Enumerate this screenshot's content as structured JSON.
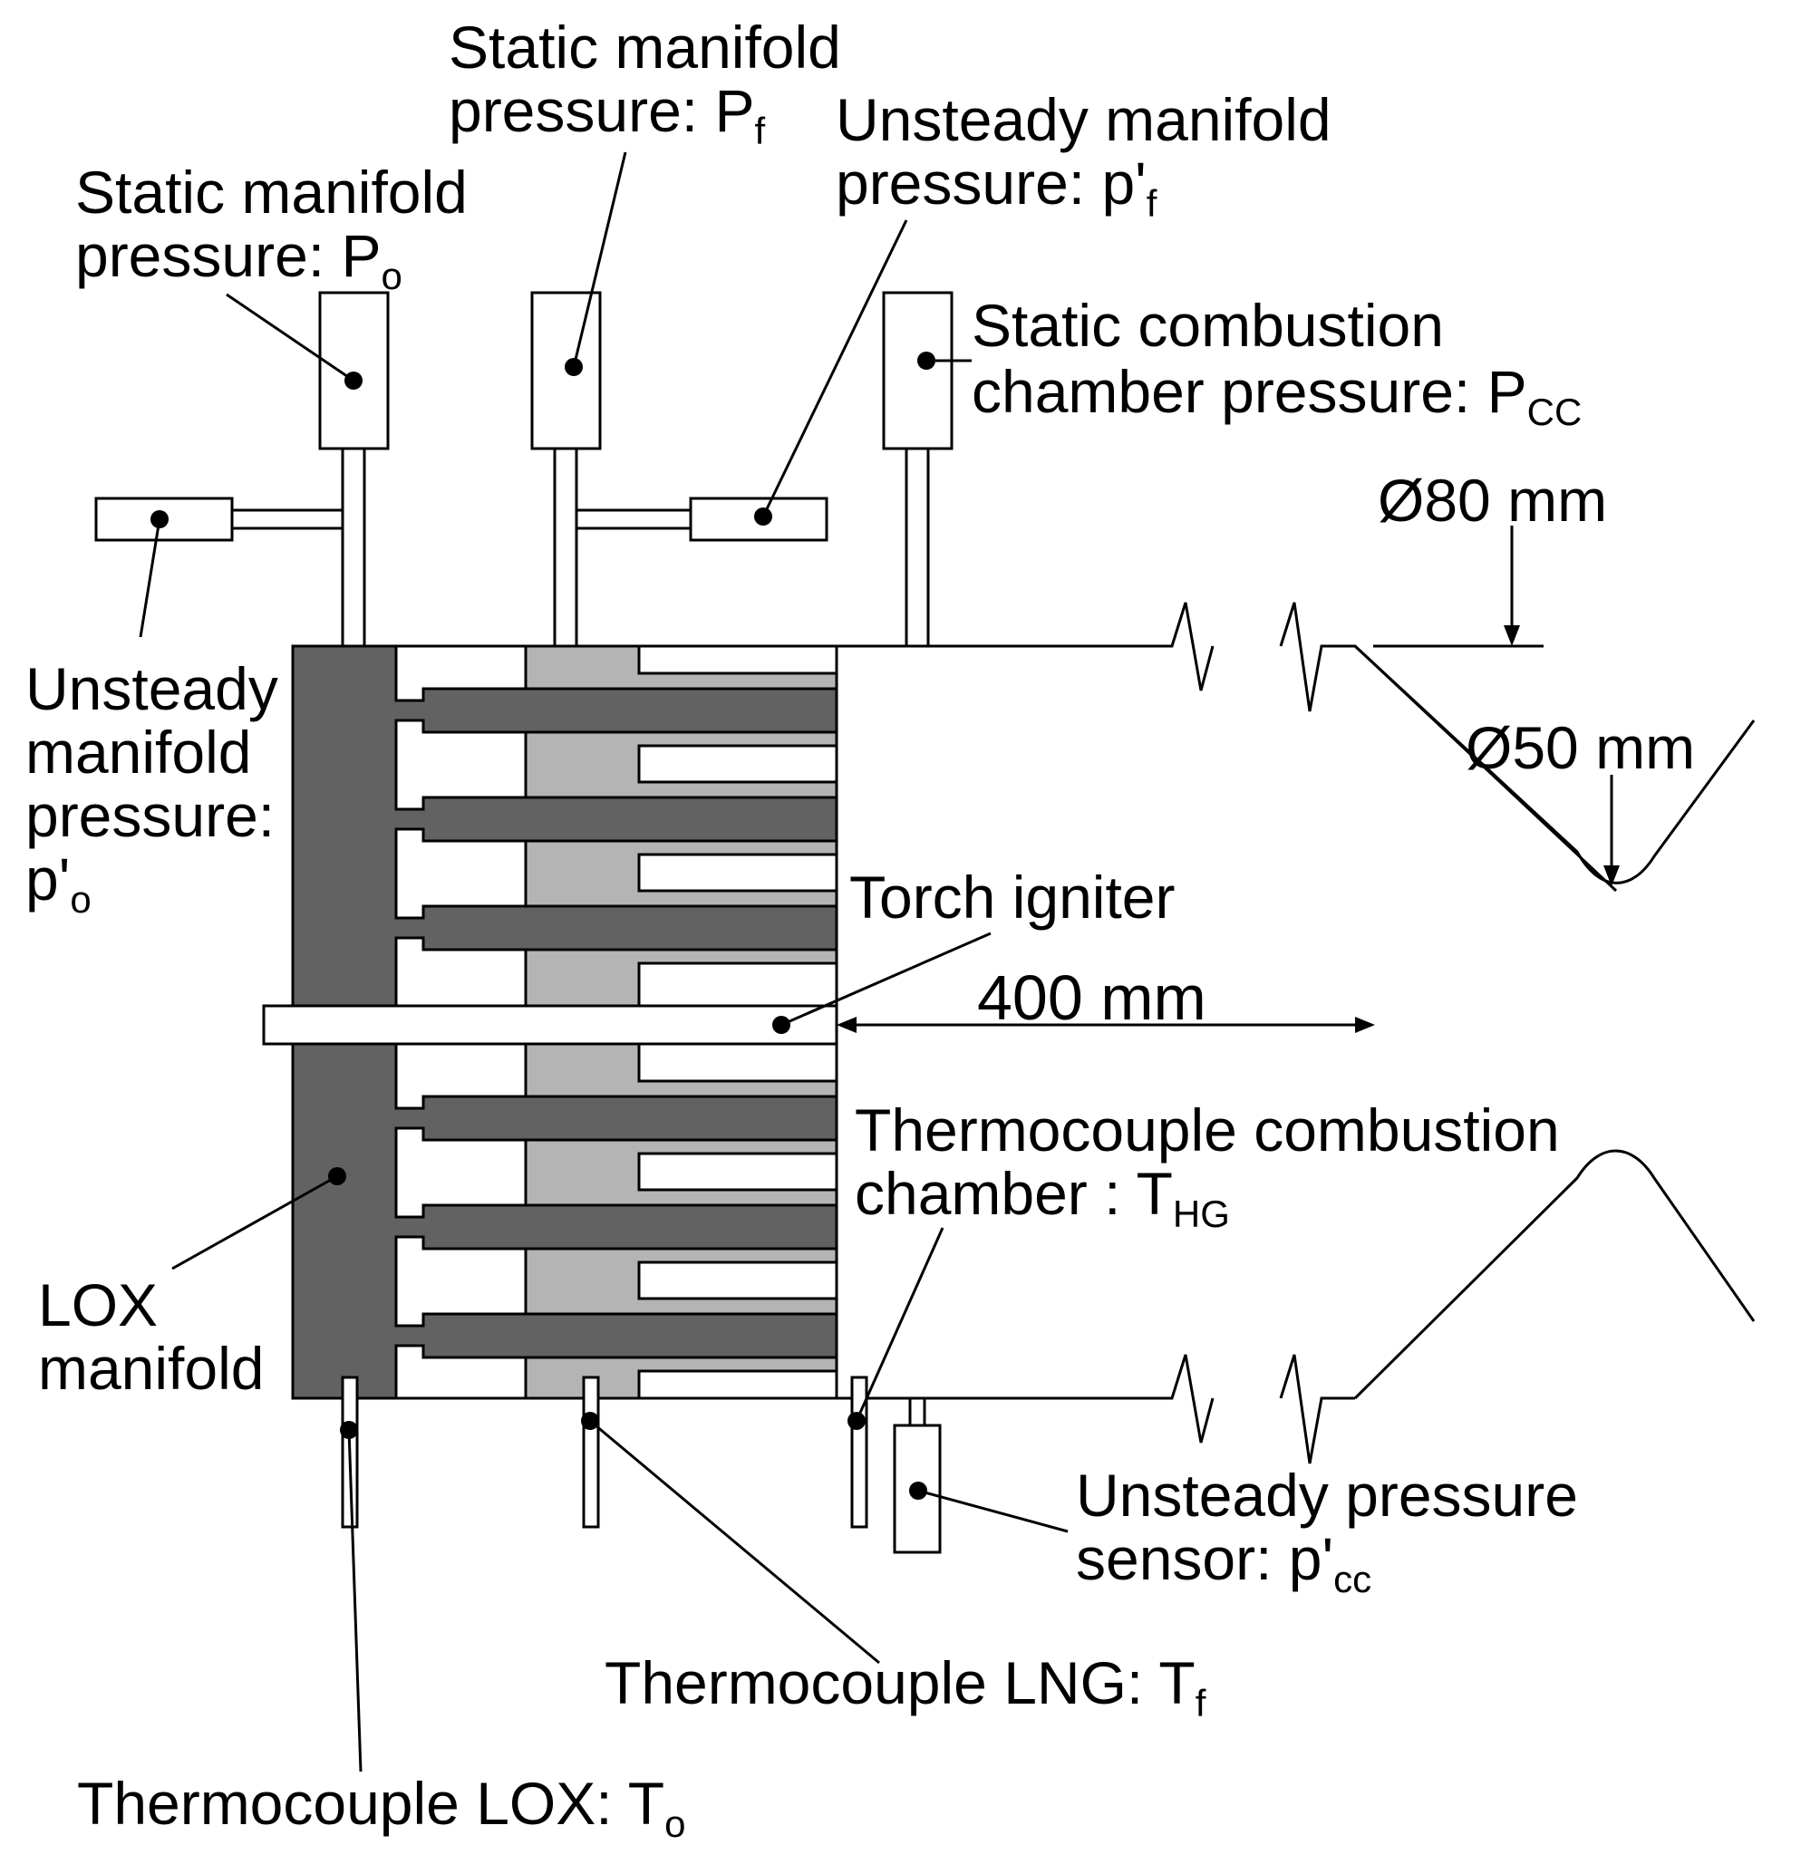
{
  "labels": {
    "static_po_line1": "Static manifold",
    "static_po_line2": "pressure: P",
    "static_po_sub": "o",
    "static_pf_line1": "Static manifold",
    "static_pf_line2": "pressure: P",
    "static_pf_sub": "f",
    "unsteady_pf_line1": "Unsteady manifold",
    "unsteady_pf_line2": "pressure: p'",
    "unsteady_pf_sub": "f",
    "static_pcc_line1": "Static combustion",
    "static_pcc_line2": "chamber pressure: P",
    "static_pcc_sub": "CC",
    "diameter_80": "Ø80 mm",
    "diameter_50": "Ø50 mm",
    "unsteady_po_line1": "Unsteady",
    "unsteady_po_line2": "manifold",
    "unsteady_po_line3": "pressure:",
    "unsteady_po_line4": "p'",
    "unsteady_po_sub": "o",
    "torch_igniter": "Torch igniter",
    "length_400": "400 mm",
    "thermo_hg_line1": "Thermocouple combustion",
    "thermo_hg_line2": "chamber : T",
    "thermo_hg_sub": "HG",
    "lox_manifold_line1": "LOX",
    "lox_manifold_line2": "manifold",
    "unsteady_pcc_line1": "Unsteady pressure",
    "unsteady_pcc_line2": "sensor: p'",
    "unsteady_pcc_sub": "cc",
    "thermo_lng": "Thermocouple LNG: T",
    "thermo_lng_sub": "f",
    "thermo_lox": "Thermocouple LOX: T",
    "thermo_lox_sub": "o"
  },
  "colors": {
    "lox_manifold": "#626262",
    "lng_manifold": "#b4b4b4",
    "line": "#000000",
    "background": "#ffffff"
  }
}
